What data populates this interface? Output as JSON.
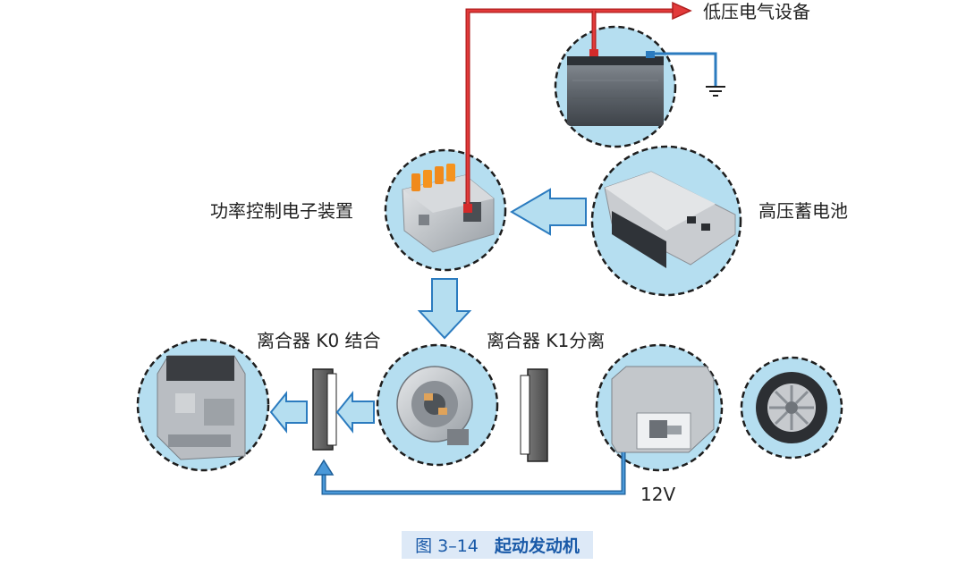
{
  "labels": {
    "low_voltage": "低压电气设备",
    "power_electronics": "功率控制电子装置",
    "hv_battery": "高压蓄电池",
    "clutch_k0": "离合器 K0 结合",
    "clutch_k1": "离合器 K1分离",
    "voltage_12v": "12V"
  },
  "caption": {
    "number": "图 3–14",
    "title": "起动发动机"
  },
  "colors": {
    "circle_fill": "#b5def0",
    "dash_border": "#1e1e1e",
    "hv_line": "#d42a2a",
    "lv_line": "#2b7bbf",
    "flow_arrow_fill": "#b5def0",
    "flow_arrow_stroke": "#2b7bbf",
    "caption_bg": "#dde9f7",
    "caption_text": "#1a5aa8"
  }
}
